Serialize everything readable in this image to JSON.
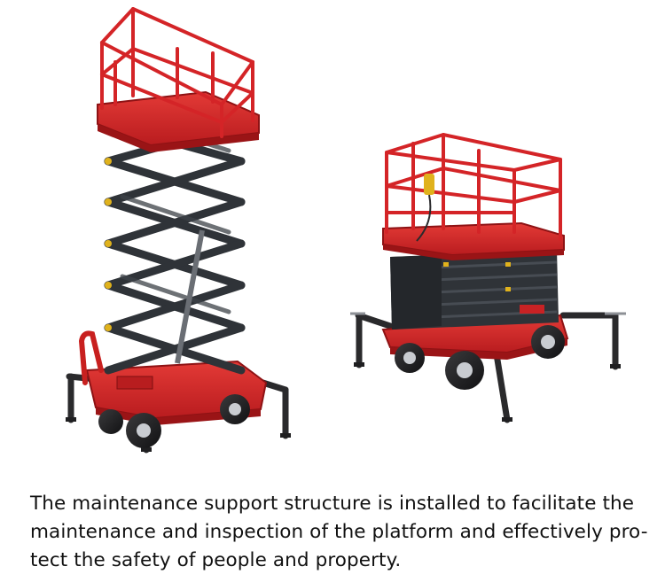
{
  "colors": {
    "frame_red": "#d8282a",
    "dark_red": "#a81618",
    "scissor_arm": "#2f3338",
    "tire": "#1c1c1e",
    "caption_text": "#111111"
  },
  "caption": {
    "line1": "The maintenance support structure is installed to facilitate the",
    "line2": "maintenance and inspection of the platform and effectively pro-",
    "line3": "tect the safety of people and property."
  }
}
